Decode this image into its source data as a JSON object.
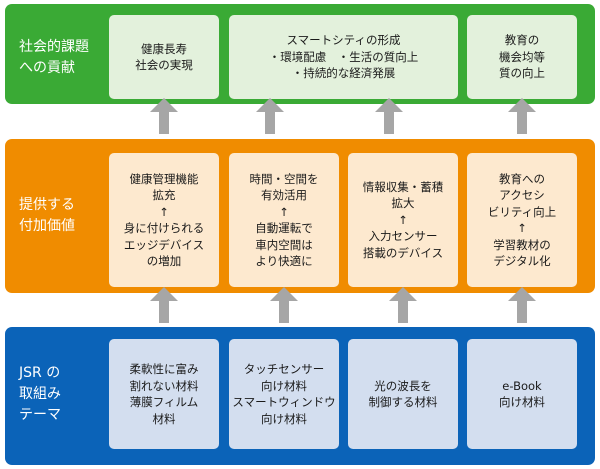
{
  "rows": {
    "impact": {
      "label": "社会的課題\nへの貢献",
      "items": [
        "健康長寿\n社会の実現",
        "スマートシティの形成\n・環境配慮　・生活の質向上\n・持続的な経済発展",
        "教育の\n機会均等\n質の向上"
      ]
    },
    "value": {
      "label": "提供する\n付加価値",
      "items": [
        "健康管理機能\n拡充\n↑\n身に付けられる\nエッジデバイス\nの増加",
        "時間・空間を\n有効活用\n↑\n自動運転で\n車内空間は\nより快適に",
        "情報収集・蓄積\n拡大\n↑\n入力センサー\n搭載のデバイス",
        "教育への\nアクセシ\nビリティ向上\n↑\n学習教材の\nデジタル化"
      ]
    },
    "themes": {
      "label": "JSR の\n取組み\nテーマ",
      "items": [
        "柔軟性に富み\n割れない材料\n薄膜フィルム\n材料",
        "タッチセンサー\n向け材料\nスマートウィンドウ\n向け材料",
        "光の波長を\n制御する材料",
        "e-Book\n向け材料"
      ]
    }
  },
  "colors": {
    "green_band": "#3aaa35",
    "orange_band": "#f08c00",
    "blue_band": "#0b63b8",
    "arrow": "#a6a6a6"
  }
}
